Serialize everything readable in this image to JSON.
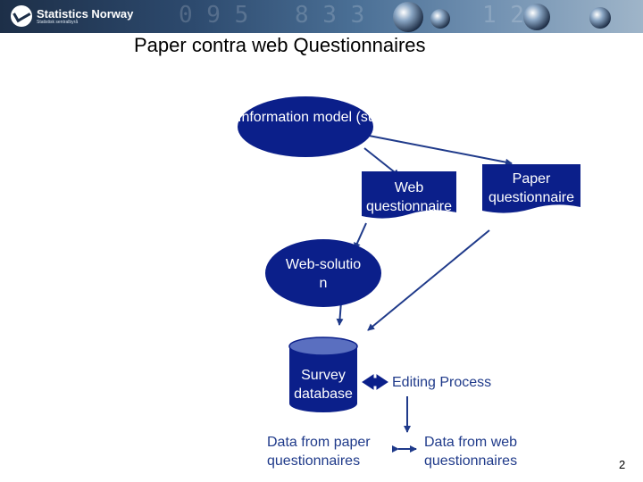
{
  "header": {
    "logo_text": "Statistics Norway",
    "logo_subtext": "Statistisk sentralbyrå"
  },
  "slide": {
    "title": "Paper contra web Questionnaires",
    "page_number": "2"
  },
  "diagram": {
    "information_model": "Information model (survey definitions)",
    "web_questionnaire": "Web questionnaire",
    "paper_questionnaire": "Paper questionnaire",
    "web_solution": "Web-solution",
    "survey_database": "Survey database",
    "editing_process": "Editing Process",
    "data_from_paper": "Data from paper questionnaires",
    "data_from_web": "Data from web questionnaires",
    "shape_fill_color": "#0b1f8a",
    "text_color": "#1f3a8a"
  }
}
